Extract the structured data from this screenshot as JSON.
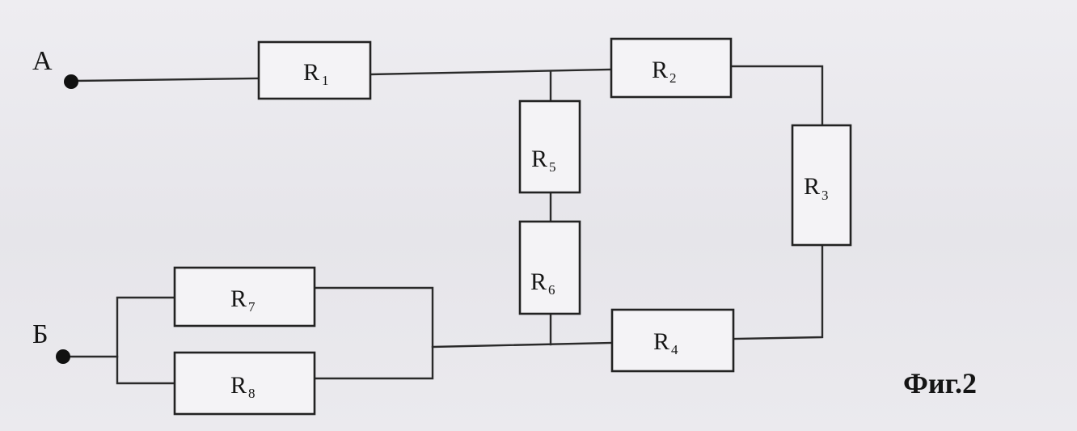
{
  "terminals": {
    "a": "A",
    "b": "Б"
  },
  "resistors": [
    {
      "id": "r1",
      "letter": "R",
      "sub": "1"
    },
    {
      "id": "r2",
      "letter": "R",
      "sub": "2"
    },
    {
      "id": "r3",
      "letter": "R",
      "sub": "3"
    },
    {
      "id": "r4",
      "letter": "R",
      "sub": "4"
    },
    {
      "id": "r5",
      "letter": "R",
      "sub": "5"
    },
    {
      "id": "r6",
      "letter": "R",
      "sub": "6"
    },
    {
      "id": "r7",
      "letter": "R",
      "sub": "7"
    },
    {
      "id": "r8",
      "letter": "R",
      "sub": "8"
    }
  ],
  "figure_label": "Фиг.2",
  "colors": {
    "ink": "#222222",
    "paper": "#eeedf1"
  }
}
